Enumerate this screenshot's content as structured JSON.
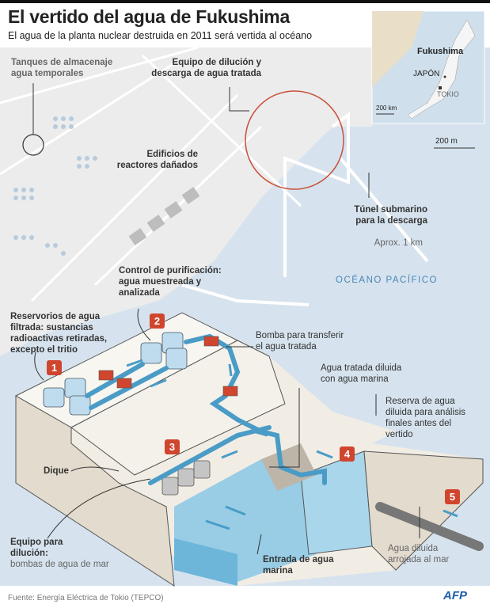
{
  "header": {
    "title": "El vertido del agua de Fukushima",
    "subtitle": "El agua de la planta nuclear destruida en 2011 será vertida al océano"
  },
  "map": {
    "ocean_label": "OCÉANO PACÍFICO",
    "scale": "200 m",
    "inset": {
      "fukushima": "Fukushima",
      "japan": "JAPÓN",
      "tokyo": "TOKIO",
      "scale": "200 km"
    },
    "labels": {
      "tanks": "Tanques de almacenaje agua temporales",
      "dilution_equipment": "Equipo de dilución y descarga de agua tratada",
      "reactors": "Edificios de reactores dañados",
      "tunnel_title": "Túnel submarino para la descarga",
      "tunnel_length": "Aprox. 1 km"
    }
  },
  "diagram": {
    "steps": [
      "1",
      "2",
      "3",
      "4",
      "5"
    ],
    "labels": {
      "control": "Control de purificación: agua muestreada y analizada",
      "reservoirs": "Reservorios de agua filtrada: sustancias radioactivas retiradas, excepto el tritio",
      "pump": "Bomba para transferir el agua tratada",
      "diluted": "Agua tratada diluida con agua marina",
      "reserve": "Reserva de agua diluida para análisis finales antes del vertido",
      "dike": "Dique",
      "equipment_title": "Equipo para dilución:",
      "equipment_desc": "bombas de agua de mar",
      "intake": "Entrada de agua marina",
      "discharge": "Agua diluida arrojada al mar"
    }
  },
  "footer": {
    "source": "Fuente: Energía Eléctrica de Tokio (TEPCO)",
    "credit": "AFP"
  },
  "colors": {
    "accent": "#d0452d",
    "water": "#8ec9e4",
    "pipe": "#4a9cc7",
    "ocean": "#d6e3ee"
  }
}
